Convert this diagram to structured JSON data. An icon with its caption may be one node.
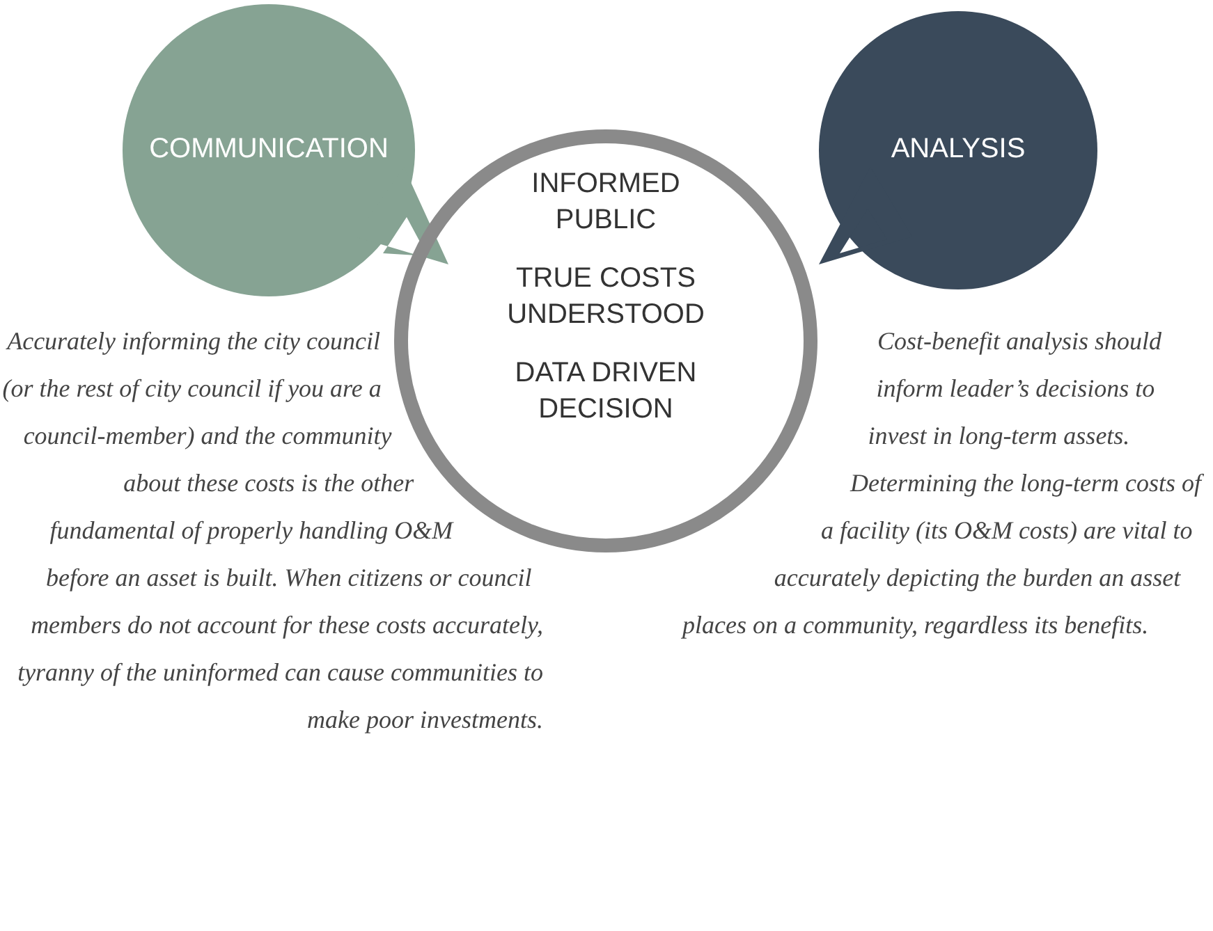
{
  "diagram": {
    "nodes": [
      {
        "text": [
          "COMMUNICATION"
        ]
      },
      {
        "text": [
          "ANALYSIS"
        ]
      },
      {
        "text": [
          "INFORMED PUBLIC",
          "TRUE COSTS UNDERSTOOD",
          "DATA DRIVEN DECISION"
        ]
      }
    ],
    "labels": [
      "Accurately informing the city council (or the rest of city council if you are a council-member) and the community about these costs is the other fundamental of properly handling O&M before an asset is built. When citizens or council members do not account for these costs accurately, tyranny of the uninformed can cause communities to make poor investments.",
      "Cost-benefit analysis should inform leader’s decisions to invest in long-term assets. Determining the long-term costs of a facility (its O&M costs) are vital to accurately depicting the burden an asset places on a community, regardless its benefits."
    ]
  }
}
